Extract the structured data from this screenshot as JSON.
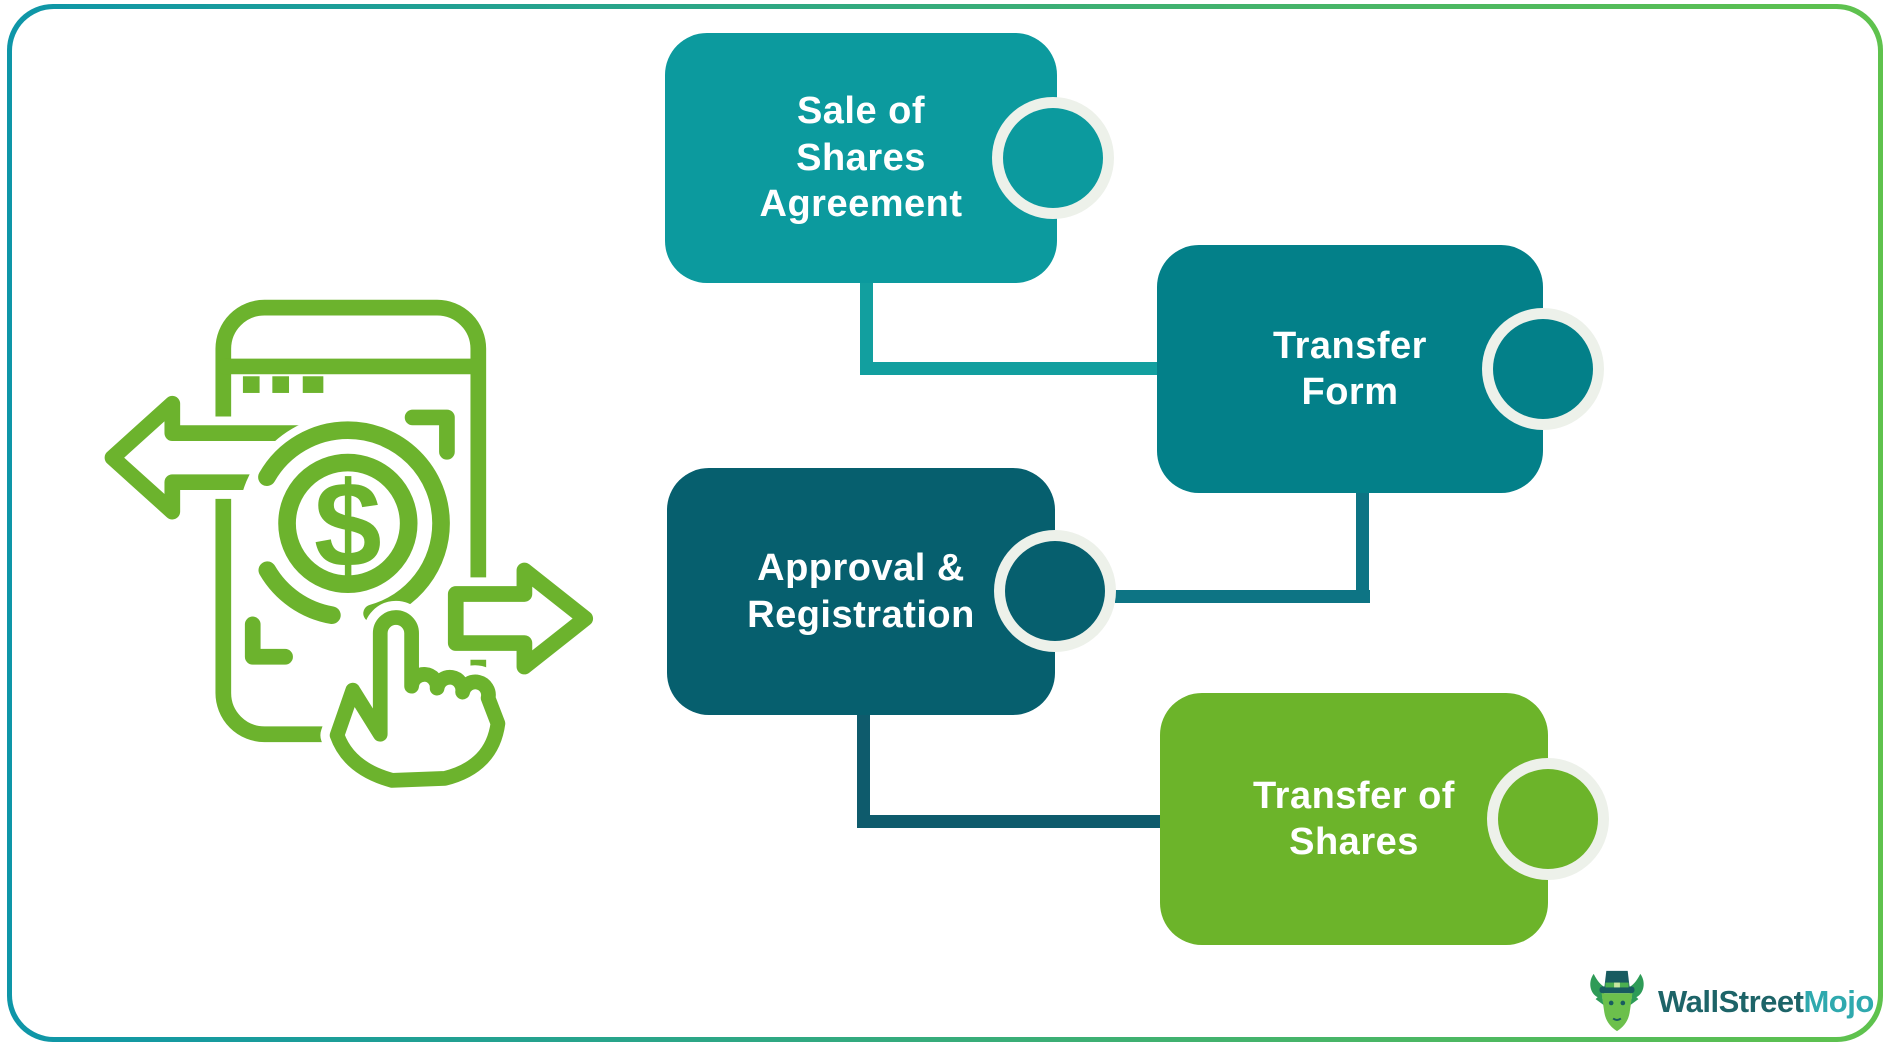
{
  "frame": {
    "gradient_start": "#0E96A8",
    "gradient_end": "#5FC24D",
    "background": "#FFFFFF"
  },
  "flow": {
    "steps": [
      {
        "key": "sale-of-shares-agreement",
        "label_lines": [
          "Sale of",
          "Shares",
          "Agreement"
        ],
        "color": "#0C9A9E"
      },
      {
        "key": "transfer-form",
        "label_lines": [
          "Transfer",
          "Form"
        ],
        "color": "#038089"
      },
      {
        "key": "approval-registration",
        "label_lines": [
          "Approval &",
          "Registration"
        ],
        "color": "#065F6E"
      },
      {
        "key": "transfer-of-shares",
        "label_lines": [
          "Transfer of",
          "Shares"
        ],
        "color": "#6CB42A"
      }
    ],
    "connector_colors": [
      "#129F9F",
      "#0D7484",
      "#0E5B6C"
    ],
    "node_ring_color": "#EDF1EA",
    "label_text_color": "#FFFFFF"
  },
  "phone_icon": {
    "name": "mobile-money-transfer-icon",
    "color": "#6CB32D",
    "dollar_symbol": "$"
  },
  "logo": {
    "brand_primary": "WallStreet",
    "brand_secondary": "Mojo",
    "color_primary": "#1D6468",
    "color_secondary": "#2FA9AE"
  }
}
